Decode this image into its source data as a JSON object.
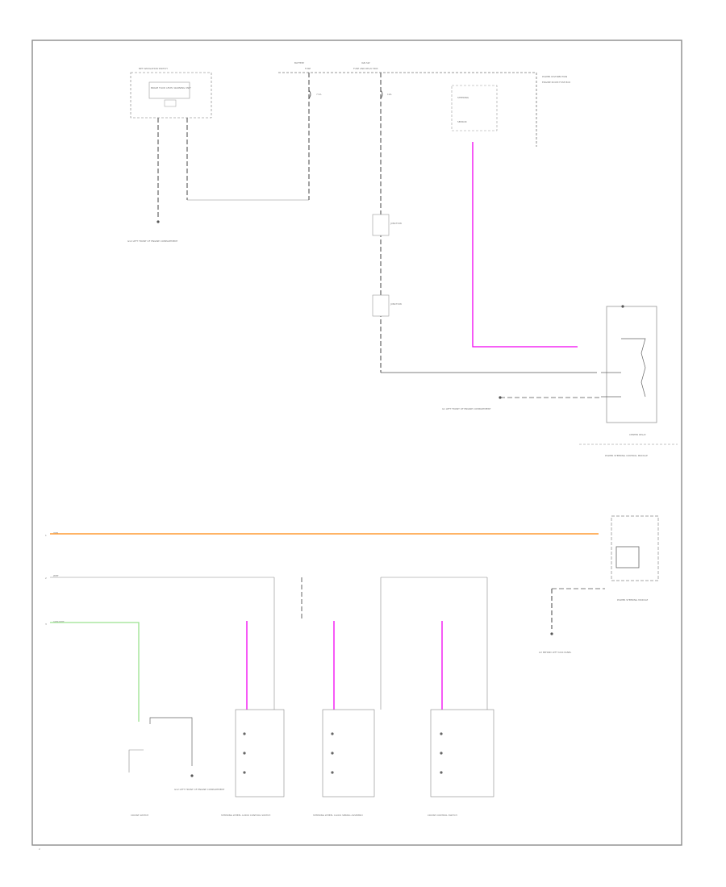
{
  "page": {
    "marker": "2",
    "page_no": ""
  },
  "wire_colors": {
    "pink": "#f000f0",
    "orange": "#ff9b34",
    "green": "#9be28f",
    "black": "#555555",
    "frame": "#8c8c8c"
  },
  "components": {
    "switch_unit": {
      "title": "NET NAVIGATION SWITCH",
      "sub": "BRAKE FLUID LEVEL WARNING UNIT"
    },
    "ground_left": {
      "label": "G12 LEFT FRONT OF ENGINE COMPARTMENT"
    },
    "fuse_1": {
      "top": "BATTERY",
      "sub": "FUSE",
      "name": "7.5A"
    },
    "fuse_2": {
      "top": "IGN SW",
      "sub": "FUSE AND RELAY BOX",
      "name": "10A"
    },
    "module": {
      "l1": "STEERING",
      "l2": "SENSOR"
    },
    "right_note": {
      "text": "POWER DISTRIBUTION",
      "sub": "ENGINE ROOM FUSE BOX"
    },
    "connectors": [
      {
        "label": "JUNCTION"
      },
      {
        "label": "JUNCTION"
      }
    ],
    "ground_mid": {
      "label": "G1 LEFT FRONT OF ENGINE COMPARTMENT"
    },
    "relay_box": {
      "label": "CENTER RELAY",
      "sub": "POWER STEERING CONTROL MODULE"
    },
    "power_module": {
      "label": "POWER STEERING MODULE"
    },
    "ground_right": {
      "label": "G3 BEHIND LEFT KICK PANEL"
    },
    "bottom_switches": [
      {
        "label": "CRUISE SWITCH"
      },
      {
        "label": "STEERING WHEEL AUDIO CONTROL SWITCH"
      },
      {
        "label": "STEERING WHEEL CLOCK SPRING ASSEMBLY"
      },
      {
        "label": "CRUISE CONTROL SWITCH"
      }
    ],
    "ground_bottom": {
      "label": "G12 LEFT FRONT OF ENGINE COMPARTMENT"
    }
  },
  "bus_labels": {
    "b1": "1",
    "b2": "2",
    "b3": "3",
    "t1": "ORN",
    "t2": "WHT",
    "t3": "GRN/WHT"
  }
}
